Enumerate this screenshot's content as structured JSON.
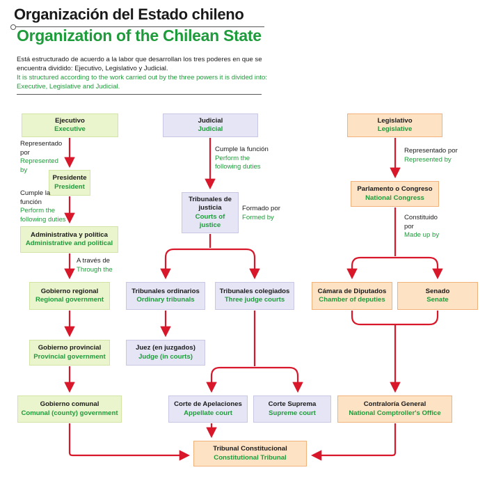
{
  "title": {
    "es": "Organización del Estado chileno",
    "en": "Organization of the Chilean State"
  },
  "intro": {
    "es": "Está estructurado de acuerdo a la labor que desarrollan los tres poderes en que se encuentra dividido: Ejecutivo, Legislativo y Judicial.",
    "en": "It is structured according to the work carried out by the three powers it is divided into: Executive, Legislative and Judicial."
  },
  "nodes": {
    "ejecutivo": {
      "es": "Ejecutivo",
      "en": "Executive"
    },
    "presidente": {
      "es": "Presidente",
      "en": "President"
    },
    "administrativa": {
      "es": "Administrativa y política",
      "en": "Administrative and political"
    },
    "regional": {
      "es": "Gobierno regional",
      "en": "Regional government"
    },
    "provincial": {
      "es": "Gobierno provincial",
      "en": "Provincial government"
    },
    "comunal": {
      "es": "Gobierno comunal",
      "en": "Comunal (county) government"
    },
    "judicial": {
      "es": "Judicial",
      "en": "Judicial"
    },
    "tribunales": {
      "es": "Tribunales de justicia",
      "en": "Courts of justice"
    },
    "ordinarios": {
      "es": "Tribunales ordinarios",
      "en": "Ordinary tribunals"
    },
    "colegiados": {
      "es": "Tribunales colegiados",
      "en": "Three judge courts"
    },
    "juez": {
      "es": "Juez (en juzgados)",
      "en": "Judge (in courts)"
    },
    "apelaciones": {
      "es": "Corte de Apelaciones",
      "en": "Appellate court"
    },
    "suprema": {
      "es": "Corte Suprema",
      "en": "Supreme court"
    },
    "constitucional": {
      "es": "Tribunal Constitucional",
      "en": "Constitutional Tribunal"
    },
    "legislativo": {
      "es": "Legislativo",
      "en": "Legislative"
    },
    "parlamento": {
      "es": "Parlamento o Congreso",
      "en": "National Congress"
    },
    "diputados": {
      "es": "Cámara de Diputados",
      "en": "Chamber of deputies"
    },
    "senado": {
      "es": "Senado",
      "en": "Senate"
    },
    "contraloria": {
      "es": "Contraloría General",
      "en": "National Comptroller's Office"
    }
  },
  "labels": {
    "represented_exec": {
      "es": "Representado por",
      "en": "Represented by"
    },
    "duties_exec": {
      "es": "Cumple la función",
      "en": "Perform the following duties"
    },
    "through": {
      "es": "A través de",
      "en": "Through the"
    },
    "duties_jud": {
      "es": "Cumple la función",
      "en": "Perform the following duties"
    },
    "formed": {
      "es": "Formado por",
      "en": "Formed by"
    },
    "represented_leg": {
      "es": "Representado por",
      "en": "Represented by"
    },
    "made_up": {
      "es": "Constituido por",
      "en": "Made up by"
    }
  },
  "colors": {
    "executive_fill": "#eaf5cd",
    "judicial_fill": "#e5e5f6",
    "legislative_fill": "#fde2c3",
    "arrow": "#d8172a",
    "english_text": "#1e9b3a"
  }
}
